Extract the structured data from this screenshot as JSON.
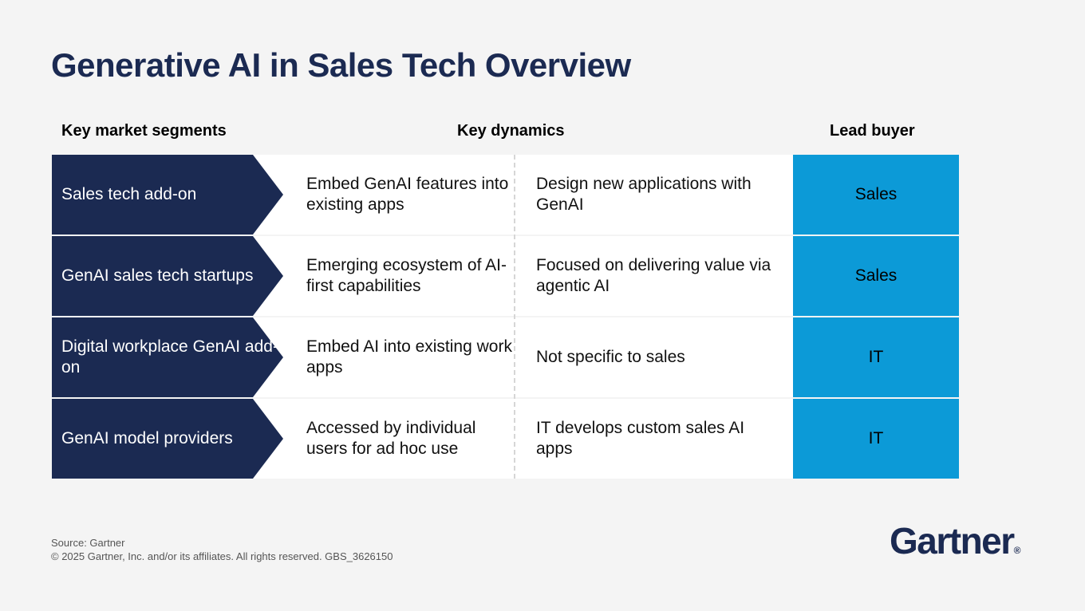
{
  "title": "Generative AI in Sales Tech Overview",
  "headers": {
    "segments": "Key market segments",
    "dynamics": "Key dynamics",
    "buyer": "Lead buyer"
  },
  "rows": [
    {
      "segment": "Sales tech add-on",
      "dynamic_1": "Embed GenAI features into existing apps",
      "dynamic_2": "Design new applications with GenAI",
      "buyer": "Sales"
    },
    {
      "segment": "GenAI sales tech startups",
      "dynamic_1": "Emerging ecosystem of AI-first capabilities",
      "dynamic_2": "Focused on delivering value via agentic AI",
      "buyer": "Sales"
    },
    {
      "segment": "Digital workplace GenAI add-on",
      "dynamic_1": "Embed AI into existing work apps",
      "dynamic_2": "Not specific to sales",
      "buyer": "IT"
    },
    {
      "segment": "GenAI model providers",
      "dynamic_1": "Accessed by individual users for ad hoc use",
      "dynamic_2": "IT develops custom sales AI apps",
      "buyer": "IT"
    }
  ],
  "footer": {
    "source": "Source: Gartner",
    "copyright": "© 2025 Gartner, Inc. and/or its affiliates. All rights reserved. GBS_3626150"
  },
  "logo": {
    "text": "Gartner",
    "mark": "®"
  },
  "colors": {
    "navy": "#1b2a52",
    "accent_blue": "#0c9ad7",
    "background": "#f4f4f4"
  }
}
